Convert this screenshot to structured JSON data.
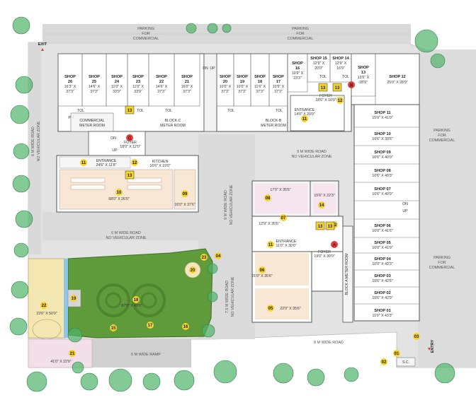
{
  "colors": {
    "ground": "#e3e3e3",
    "road": "#d6d6d6",
    "building_fill": "#ffffff",
    "wall": "#555555",
    "lawn": "#5f9a3b",
    "lawn_dark": "#4e8630",
    "tree": "#4fb36a",
    "marker_yellow": "#f5d32a",
    "marker_red": "#e23b3b",
    "hall_fill": "#f7e7d4",
    "play_blue": "#8fc6e8"
  },
  "labels": {
    "parking_commercial_1": "PARKING",
    "parking_commercial_1b": "FOR",
    "parking_commercial_1c": "COMMERCIAL",
    "parking_commercial_2": "PARKING",
    "parking_commercial_2b": "FOR",
    "parking_commercial_2c": "COMMERCIAL",
    "parking_commercial_3": "PARKING",
    "parking_commercial_3b": "FOR",
    "parking_commercial_3c": "COMMERCIAL",
    "parking_commercial_4": "PARKING",
    "parking_commercial_4b": "FOR",
    "parking_commercial_4c": "COMMERCIAL",
    "exit": "EXIT",
    "entry": "ENTRY",
    "sc": "S.C.",
    "road_6m_left": "6 M WIDE ROAD",
    "road_6m_left_b": "NO VEHICULAR ZONE",
    "road_9m_mid": "9 M WIDE ROAD",
    "road_9m_mid_b": "NO VEHICULAR ZONE",
    "road_9m_vert": "9 M WIDE ROAD",
    "road_9m_vert_b": "NO VEHICULAR ZONE",
    "road_6m_mid": "6 M WIDE ROAD",
    "road_6m_mid_b": "NO VEHICULAR ZONE",
    "road_75m": "7.5 M WIDE ROAD",
    "road_75m_b": "NO VEHICULAR ZONE",
    "road_8m": "8 M WIDE ROAD",
    "ramp_6m": "6 M WIDE RAMP",
    "block_c_meter": "BLOCK-C",
    "block_c_meter_b": "METER ROOM",
    "block_b_meter": "BLOCK-B",
    "block_b_meter_b": "METER ROOM",
    "block_a_meter": "BLOCK A METER ROOM",
    "commercial_meter": "COMMERCIAL",
    "commercial_meter_b": "METER ROOM",
    "foyer_c": "FOYER",
    "foyer_c_dim": "18'0\" X 12'0\"",
    "foyer_b": "FOYER",
    "foyer_b_dim": "18'6\" X 10'0\"",
    "foyer_a": "FOYER",
    "foyer_a_dim": "19'0\" X 30'0\"",
    "entrance_c": "ENTRANCE",
    "entrance_c_dim": "24'6\" X 11'6\"",
    "entrance_b": "ENTRANCE",
    "entrance_b_dim": "14'0\" X 20'0\"",
    "entrance_a": "ENTRANCE",
    "entrance_a_dim": "11'0\" X 30'0\"",
    "kitchen": "KITCHEN",
    "kitchen_dim": "16'6\" X 19'0\"",
    "hall_10_dim": "68'0\" X 26'0\"",
    "room_09_dim": "16'0\" X 37'6\"",
    "room_08_dim": "17'0\" X 35'6\"",
    "room_14_dim": "15'6\" X 22'3\"",
    "room_07_dim": "12'9\" X 35'6\"",
    "room_06_dim": "21'0\" X 35'6\"",
    "room_05_dim": "22'0\" X 35'6\"",
    "lawn_18_dim": "87'0\" X 48'0\"",
    "court_22_dim": "23'6\" X 50'0\"",
    "area_21_dim": "41'0\" X 22'0\"",
    "on": "ON",
    "up": "UP",
    "dn": "DN",
    "tol": "TOL",
    "pn": "PN",
    "letter_c": "C",
    "letter_b": "B",
    "letter_a": "A"
  },
  "shops_top": [
    {
      "name": "SHOP",
      "num": "26",
      "d1": "16'3\" X",
      "d2": "37'3\""
    },
    {
      "name": "SHOP",
      "num": "25",
      "d1": "14'6\" X",
      "d2": "37'3\""
    },
    {
      "name": "SHOP",
      "num": "24",
      "d1": "11'0\" X",
      "d2": "33'9\""
    },
    {
      "name": "SHOP",
      "num": "23",
      "d1": "11'0\" X",
      "d2": "33'9\""
    },
    {
      "name": "SHOP",
      "num": "22",
      "d1": "14'6\" X",
      "d2": "37'3\""
    },
    {
      "name": "SHOP",
      "num": "21",
      "d1": "16'0\" X",
      "d2": "37'3\""
    },
    {
      "name": "SHOP",
      "num": "20",
      "d1": "10'0\" X",
      "d2": "37'3\""
    },
    {
      "name": "SHOP",
      "num": "19",
      "d1": "10'0\" X",
      "d2": "37'3\""
    },
    {
      "name": "SHOP",
      "num": "18",
      "d1": "11'6\" X",
      "d2": "37'3\""
    },
    {
      "name": "SHOP",
      "num": "17",
      "d1": "10'9\" X",
      "d2": "37'3\""
    },
    {
      "name": "SHOP",
      "num": "16",
      "d1": "10'9\" X",
      "d2": "23'3\""
    },
    {
      "name": "SHOP 15",
      "num": "",
      "d1": "12'9\" X",
      "d2": "20'0\""
    },
    {
      "name": "SHOP 14",
      "num": "",
      "d1": "12'9\" X",
      "d2": "16'9\""
    },
    {
      "name": "SHOP",
      "num": "13",
      "d1": "13'6\" X",
      "d2": "28'9\""
    },
    {
      "name": "SHOP 12",
      "num": "",
      "d1": "25'0\" X 28'9\"",
      "d2": ""
    }
  ],
  "shops_right": [
    {
      "name": "SHOP 11",
      "dim": "15'0\" X 41'0\""
    },
    {
      "name": "SHOP 10",
      "dim": "10'6\" X 39'6\""
    },
    {
      "name": "SHOP 09",
      "dim": "10'6\" X 40'0\""
    },
    {
      "name": "SHOP 08",
      "dim": "10'6\" X 40'3\""
    },
    {
      "name": "SHOP 07",
      "dim": "10'6\" X 40'9\""
    },
    {
      "name": "SHOP 06",
      "dim": "10'0\" X 41'6\""
    },
    {
      "name": "SHOP 05",
      "dim": "10'0\" X 41'9\""
    },
    {
      "name": "SHOP 04",
      "dim": "10'0\" X 42'3\""
    },
    {
      "name": "SHOP 03",
      "dim": "10'6\" X 42'6\""
    },
    {
      "name": "SHOP 02",
      "dim": "10'6\" X 42'9\""
    },
    {
      "name": "SHOP 01",
      "dim": "11'0\" X 43'3\""
    }
  ],
  "markers": {
    "m01": "01",
    "m02": "02",
    "m03": "03",
    "m04": "04",
    "m05": "05",
    "m06": "06",
    "m07": "07",
    "m08": "08",
    "m09": "09",
    "m10": "10",
    "m11a": "11",
    "m11b": "11",
    "m11c": "11",
    "m12a": "12",
    "m12b": "12",
    "m12c": "12",
    "m13a": "13",
    "m13b": "13",
    "m13c": "13",
    "m13d": "13",
    "m13e": "13",
    "m13f": "13",
    "m14": "14",
    "m15": "15",
    "m16": "16",
    "m17": "17",
    "m18": "18",
    "m19": "19",
    "m20": "20",
    "m21": "21",
    "m22": "22",
    "m23": "23"
  }
}
